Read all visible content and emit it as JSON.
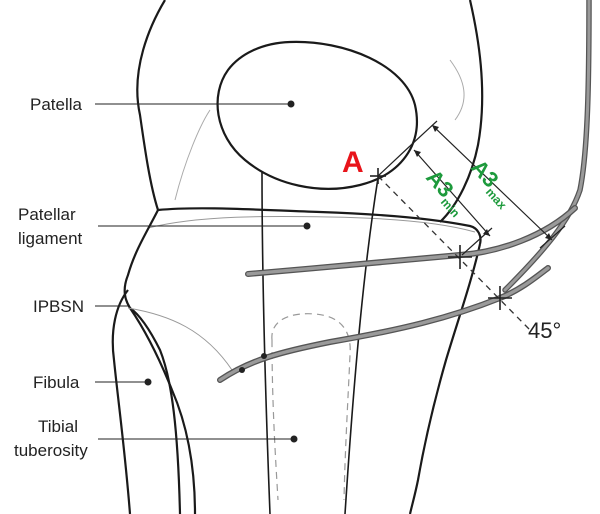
{
  "labels": {
    "patella": "Patella",
    "patellar_ligament_line1": "Patellar",
    "patellar_ligament_line2": "ligament",
    "ipbsn": "IPBSN",
    "fibula": "Fibula",
    "tibial_tuberosity_line1": "Tibial",
    "tibial_tuberosity_line2": "tuberosity"
  },
  "point_a": "A",
  "measure_min": {
    "main": "A3",
    "sub": "min"
  },
  "measure_max": {
    "main": "A3",
    "sub": "max"
  },
  "angle": "45°",
  "colors": {
    "point_a": "#e8141a",
    "measure": "#1d9a3c",
    "nerve": "#888888",
    "outline": "#1a1a1a"
  }
}
